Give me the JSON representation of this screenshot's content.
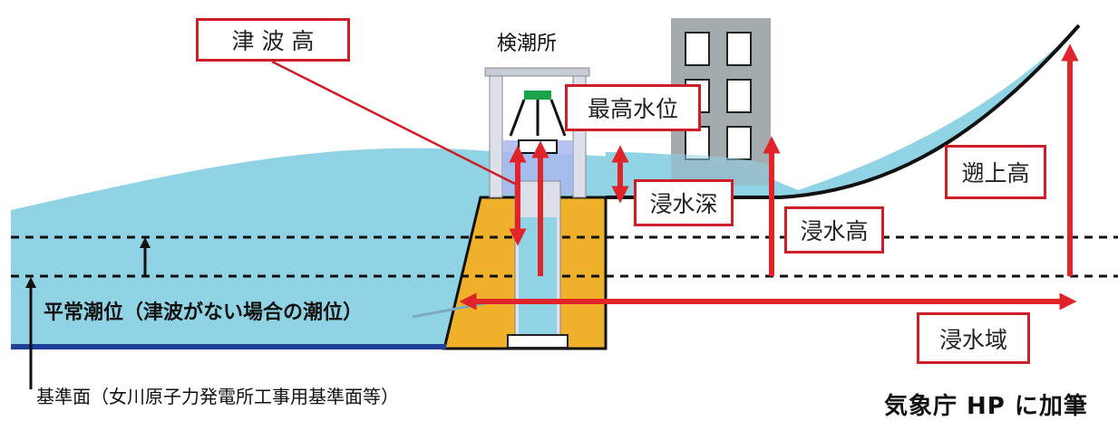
{
  "labels": {
    "tsunami_height": "津 波 高",
    "tide_station": "検潮所",
    "max_water_level": "最高水位",
    "inundation_depth": "浸水深",
    "inundation_height": "浸水高",
    "runup_height": "遡上高",
    "inundation_area": "浸水域",
    "normal_tide": "平常潮位（津波がない場合の潮位）",
    "datum": "基準面（女川原子力発電所工事用基準面等）",
    "credit": "気象庁 HP に加筆"
  },
  "colors": {
    "water": "#8fd3e4",
    "water_dark": "#6cc1d8",
    "seawall": "#f0b12a",
    "arrow_red": "#e1232a",
    "label_border": "#cc1e26",
    "building": "#9aa2a6",
    "datum_line": "#1f3f9a"
  }
}
